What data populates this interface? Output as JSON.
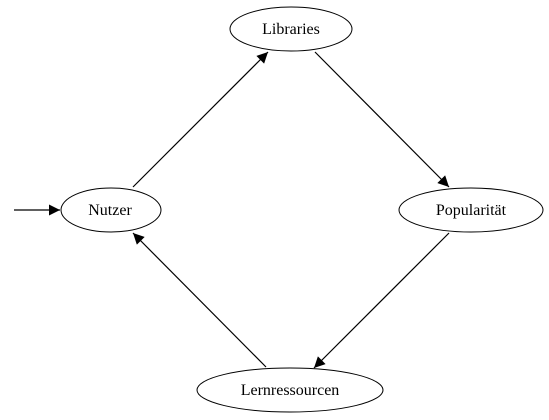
{
  "nodes": {
    "libraries": {
      "label": "Libraries"
    },
    "popularitaet": {
      "label": "Popularität"
    },
    "lernressourcen": {
      "label": "Lernressourcen"
    },
    "nutzer": {
      "label": "Nutzer"
    }
  },
  "edges": [
    {
      "from": "nutzer",
      "to": "libraries"
    },
    {
      "from": "libraries",
      "to": "popularitaet"
    },
    {
      "from": "popularitaet",
      "to": "lernressourcen"
    },
    {
      "from": "lernressourcen",
      "to": "nutzer"
    }
  ],
  "entry_arrow_target": "nutzer",
  "colors": {
    "stroke": "#000000",
    "fill": "#ffffff",
    "background": "#ffffff"
  }
}
